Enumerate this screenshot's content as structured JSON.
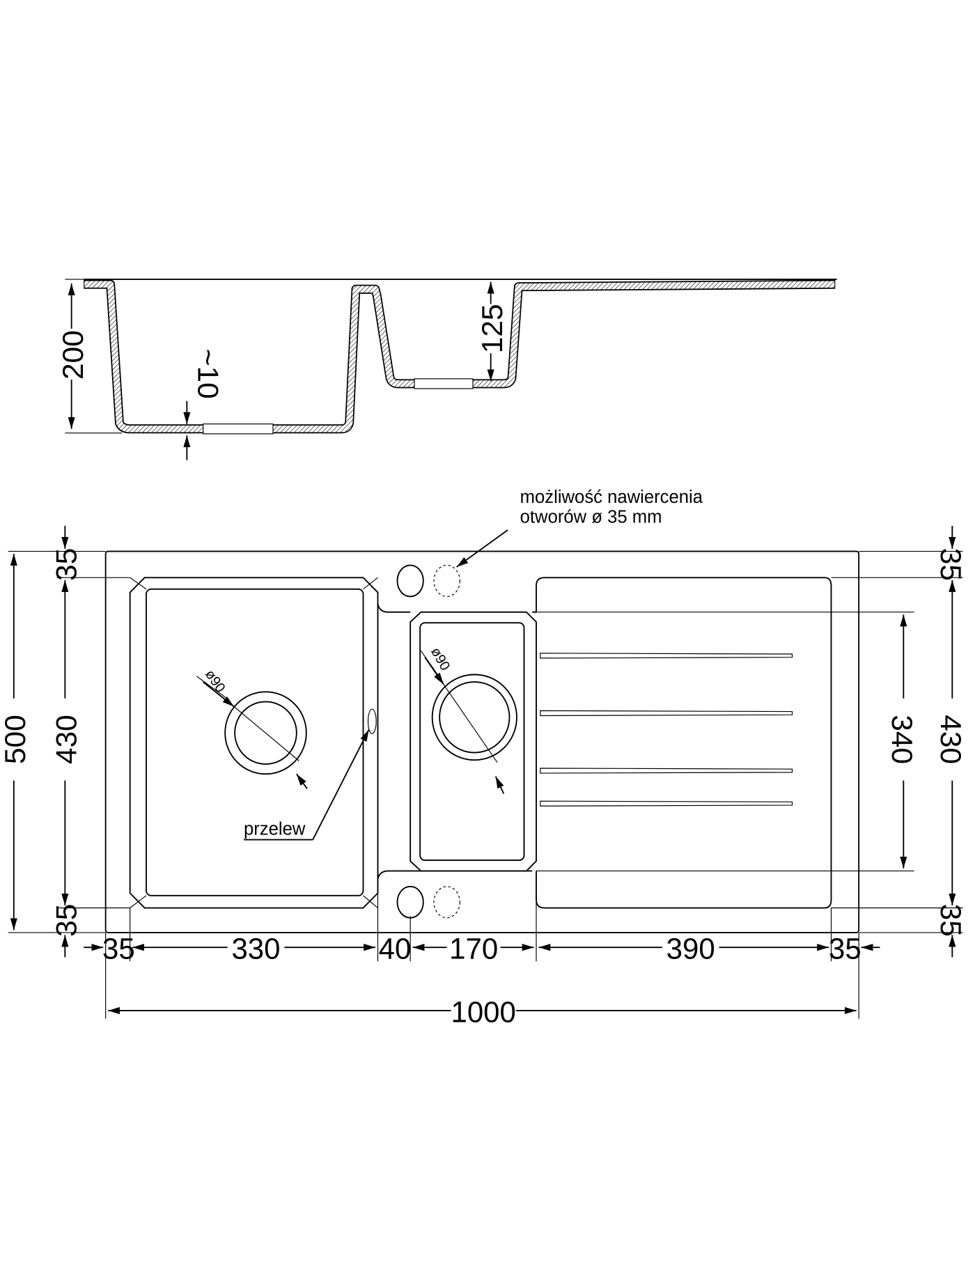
{
  "section_view": {
    "height_total": "200",
    "bottom_thickness": "~10",
    "small_bowl_depth": "125"
  },
  "plan_view": {
    "drill_note_line1": "możliwość nawiercenia",
    "drill_note_line2": "otworów ø 35 mm",
    "overflow_label": "przelew",
    "drain_left_diameter": "ø90",
    "drain_right_diameter": "ø90",
    "left_dims": {
      "overall": "500",
      "top": "35",
      "middle": "430",
      "bottom": "35"
    },
    "right_dims": {
      "top": "35",
      "middle": "430",
      "bottom": "35",
      "small_bowl": "340"
    },
    "bottom_dims": [
      "35",
      "330",
      "40",
      "170",
      "390",
      "35"
    ],
    "overall_width": "1000"
  }
}
